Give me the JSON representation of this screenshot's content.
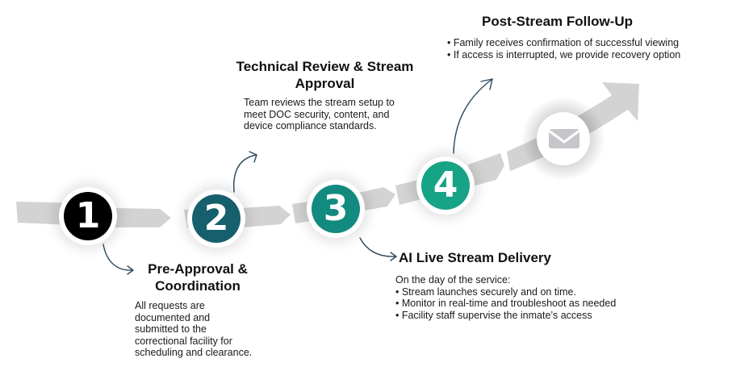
{
  "colors": {
    "band": "#d3d3d3",
    "connector": "#2b4a5c",
    "step1": "#000000",
    "step2": "#165f6d",
    "step3": "#138a80",
    "step4": "#16a386",
    "envelope": "#c5c6ca"
  },
  "steps": [
    {
      "number": "1",
      "title": "Pre-Approval & Coordination",
      "title_lines": [
        "Pre-Approval &",
        "Coordination"
      ],
      "body_lines": [
        "All requests are",
        "documented and",
        "submitted to the",
        "correctional facility for",
        "scheduling and clearance."
      ]
    },
    {
      "number": "2",
      "title": "Technical Review & Stream Approval",
      "title_lines": [
        "Technical Review & Stream",
        "Approval"
      ],
      "body_lines": [
        "Team reviews the stream setup to",
        "meet DOC security, content, and",
        "device compliance standards."
      ]
    },
    {
      "number": "3",
      "title": "AI Live Stream Delivery",
      "title_lines": [
        "AI Live Stream Delivery"
      ],
      "body_lines": [
        "On the day of the service:",
        "• Stream launches securely and on time.",
        "• Monitor in real-time and troubleshoot as needed",
        "• Facility staff supervise the inmate’s access"
      ]
    },
    {
      "number": "4",
      "title": "Post-Stream Follow-Up",
      "title_lines": [
        "Post-Stream Follow-Up"
      ],
      "body_lines": [
        "• Family receives confirmation of successful viewing",
        "• If access is interrupted, we provide recovery option"
      ]
    }
  ],
  "final_icon": "envelope-icon"
}
